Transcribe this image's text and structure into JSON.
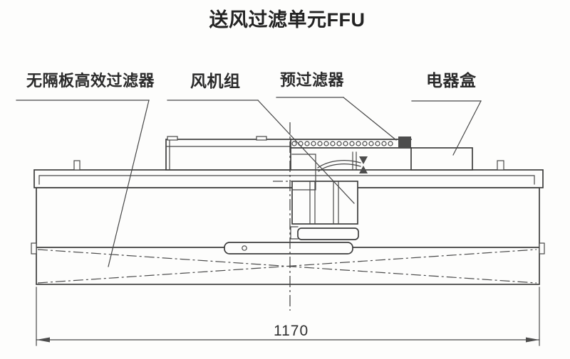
{
  "title": "送风过滤单元FFU",
  "callouts": {
    "hepa_filter": "无隔板高效过滤器",
    "fan_unit": "风机组",
    "pre_filter": "预过滤器",
    "electrical_box": "电器盒"
  },
  "dimension": {
    "overall_width": "1170"
  },
  "colors": {
    "line": "#3d3d3d",
    "text": "#2b2b2b",
    "background": "#fdfdfc"
  }
}
